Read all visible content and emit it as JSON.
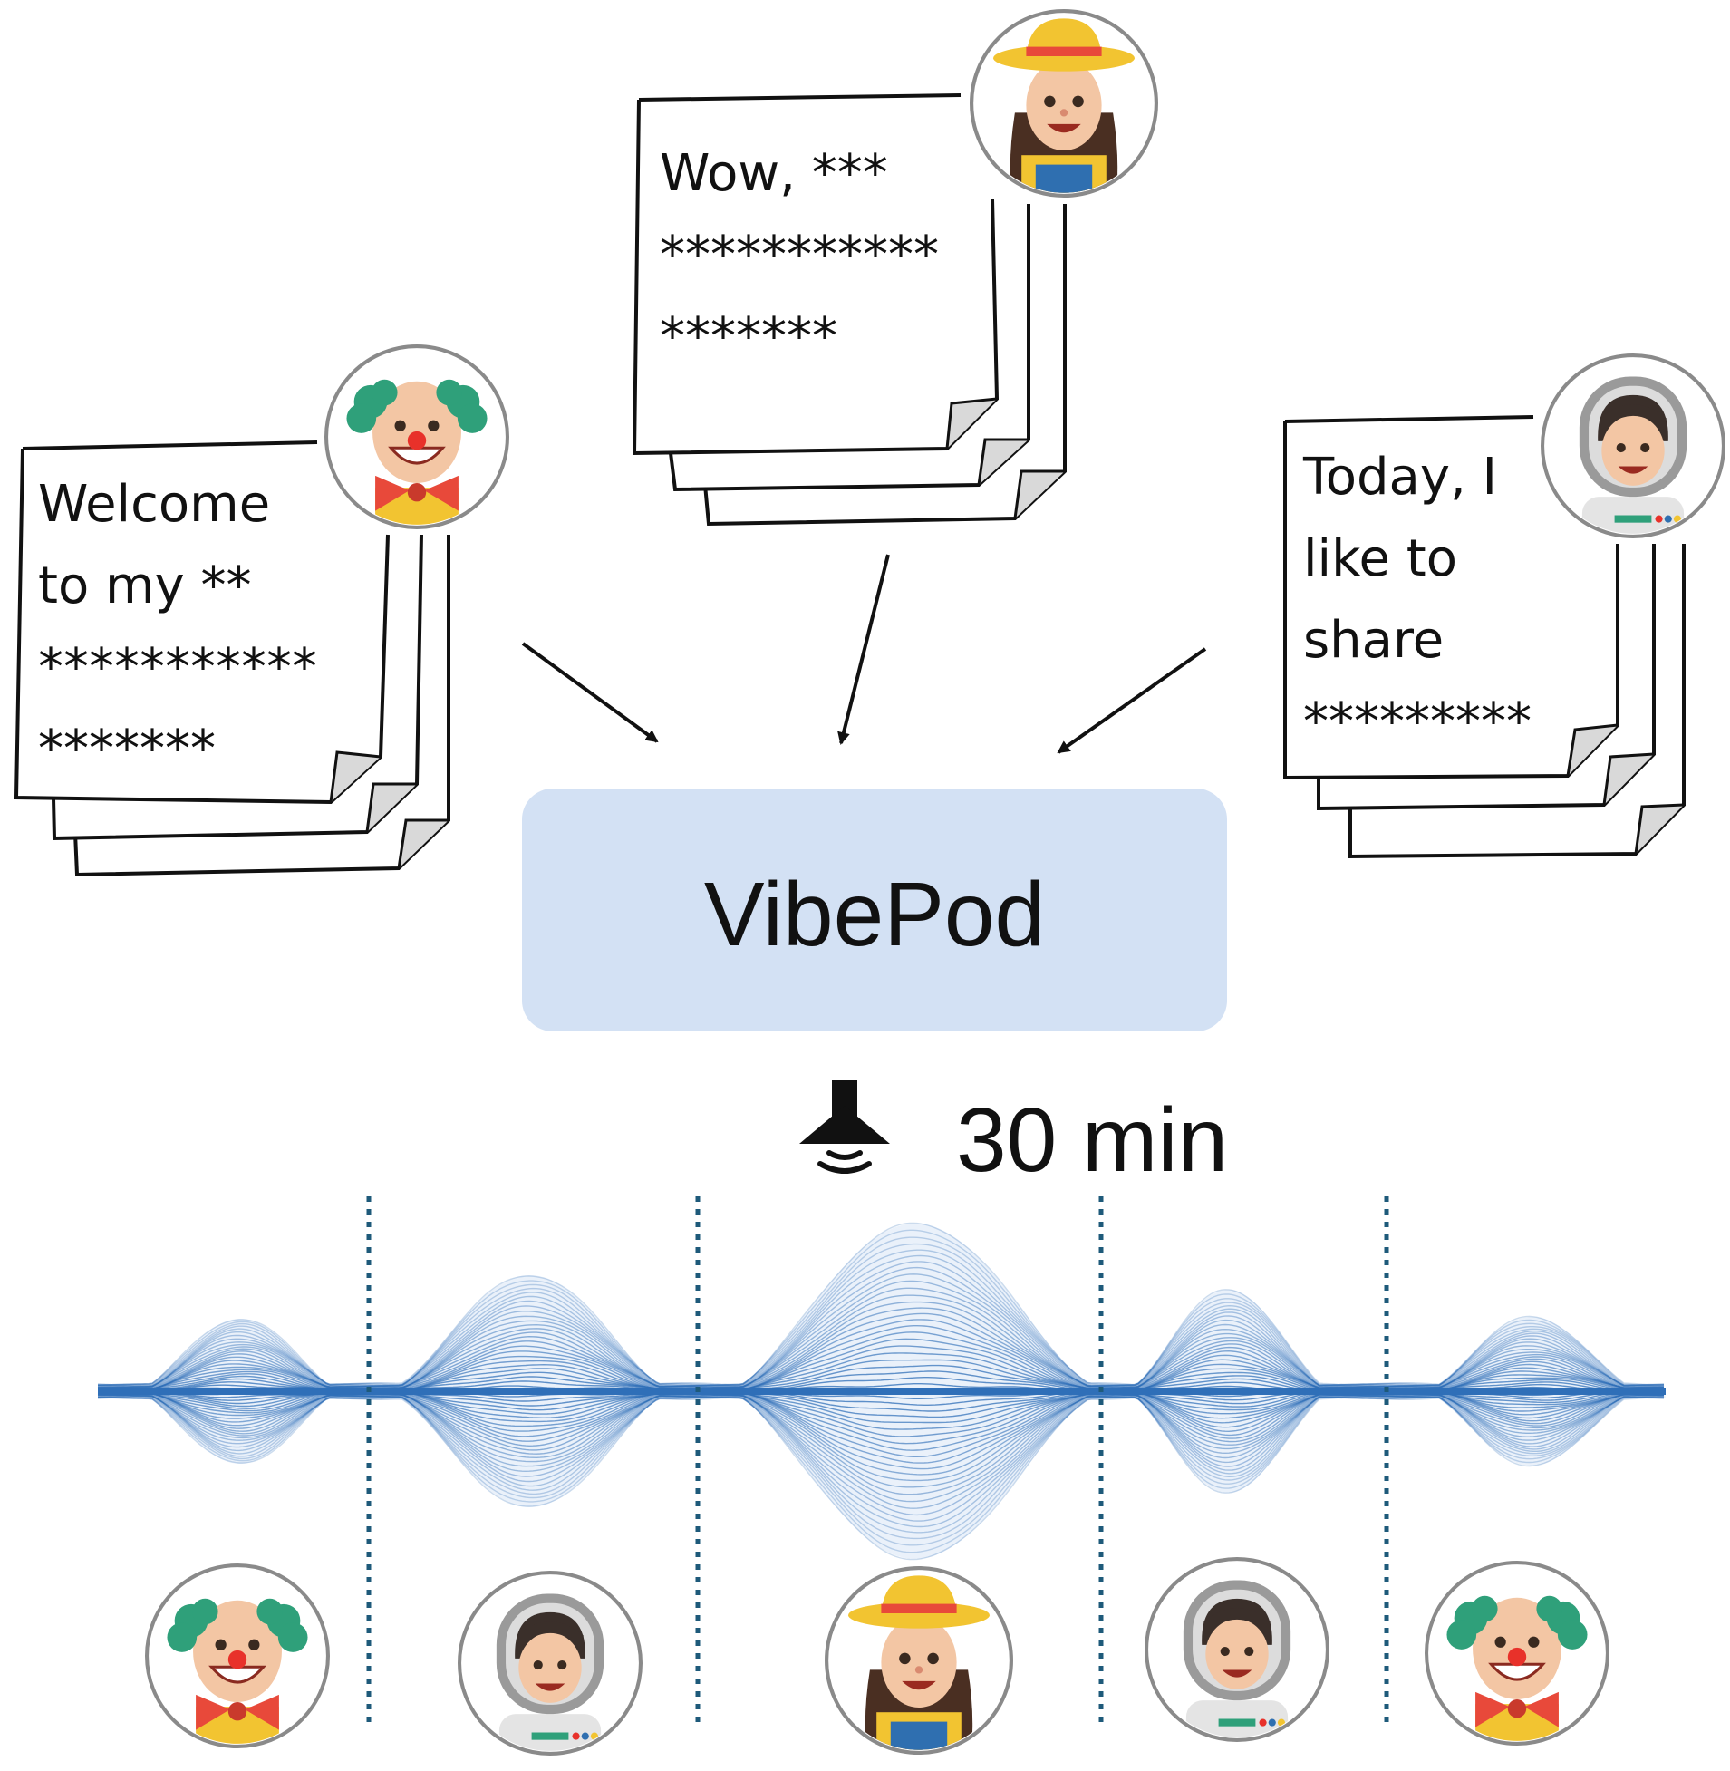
{
  "diagram": {
    "system_name": "VibePod",
    "duration": "30 min",
    "scripts": [
      {
        "speaker": "clown",
        "lines": [
          "Welcome",
          "to my **",
          "***********",
          "*******"
        ]
      },
      {
        "speaker": "farmer",
        "lines": [
          "Wow, ***",
          "***********",
          "*******"
        ]
      },
      {
        "speaker": "astronaut",
        "lines": [
          "Today, I",
          "like to",
          "share",
          "*********"
        ]
      }
    ],
    "timeline_speakers": [
      "clown",
      "astronaut",
      "farmer",
      "astronaut",
      "clown"
    ],
    "colors": {
      "box_fill": "#d3e1f4",
      "wave": "#2f6fb8",
      "divider": "#1e5a7a",
      "line": "#111111"
    },
    "icons": [
      "speaker-icon",
      "clown-avatar-icon",
      "farmer-avatar-icon",
      "astronaut-avatar-icon"
    ]
  }
}
